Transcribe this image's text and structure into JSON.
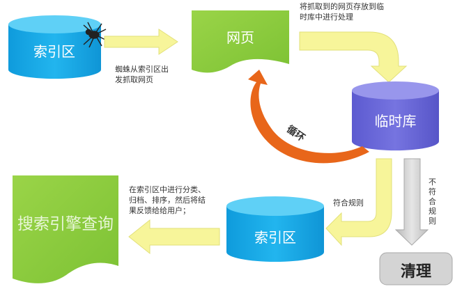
{
  "nodes": {
    "index_top": "索引区",
    "webpage": "网页",
    "temp_db": "临时库",
    "index_bottom": "索引区",
    "search_query": "搜索引擎查询",
    "cleanup": "清理"
  },
  "labels": {
    "spider_fetch": "蜘蛛从索引区出\n发抓取网页",
    "store_temp": "将抓取到的网页存放到临\n时库中进行处理",
    "loop": "循环",
    "match_rules": "符合规则",
    "not_match_rules": "不\n符\n合\n规\n则",
    "classify": "在索引区中进行分类、\n归档、排序，然后将结\n果反馈给给用户；"
  },
  "colors": {
    "cyan": "#1aa9e6",
    "green": "#8ccc3c",
    "purple": "#6c6ad8",
    "yellow_arrow": "#f7f59a",
    "orange": "#e8661a",
    "gray": "#cfcfcf"
  }
}
